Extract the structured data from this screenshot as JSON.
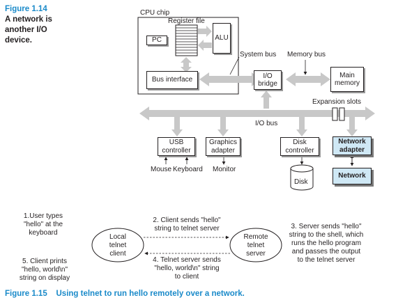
{
  "figure14": {
    "label": "Figure 1.14",
    "caption": "A network is another I/O device.",
    "cpu_chip": "CPU chip",
    "register_file": "Register file",
    "pc": "PC",
    "alu": "ALU",
    "system_bus": "System bus",
    "memory_bus": "Memory bus",
    "bus_interface": "Bus interface",
    "io_bridge": "I/O bridge",
    "main_memory": "Main memory",
    "expansion_slots": "Expansion slots",
    "io_bus": "I/O bus",
    "usb_controller": "USB controller",
    "graphics_adapter": "Graphics adapter",
    "disk_controller": "Disk controller",
    "network_adapter": "Network adapter",
    "mouse": "Mouse",
    "keyboard": "Keyboard",
    "monitor": "Monitor",
    "disk": "Disk",
    "network": "Network"
  },
  "figure15": {
    "step1": [
      "1.User types",
      "\"hello\" at the",
      "keyboard"
    ],
    "step2": [
      "2. Client sends \"hello\"",
      "string to telnet server"
    ],
    "step3": [
      "3. Server sends \"hello\"",
      "string to the shell, which",
      "runs the hello program",
      "and passes the output",
      "to the telnet server"
    ],
    "step4": [
      "4. Telnet server sends",
      "\"hello, world\\n\" string",
      "to client"
    ],
    "step5": [
      "5. Client prints",
      "\"hello, world\\n\"",
      "string on display"
    ],
    "local_client": [
      "Local",
      "telnet",
      "client"
    ],
    "remote_server": [
      "Remote",
      "telnet",
      "server"
    ],
    "label": "Figure 1.15",
    "caption": "Using telnet to run hello remotely over a network."
  },
  "colors": {
    "accent": "#1a8ac9",
    "bus_gray": "#c8c8c8",
    "network_fill": "#cfe8f5"
  }
}
